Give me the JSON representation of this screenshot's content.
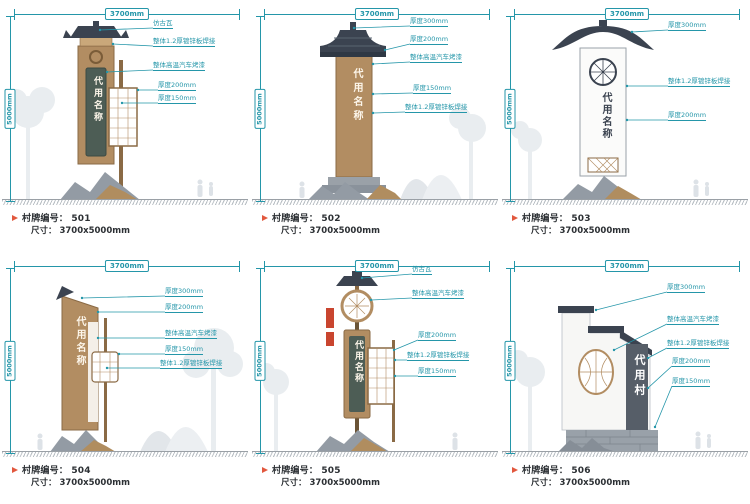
{
  "colors": {
    "accent": "#2496a9",
    "tan": "#b28d62",
    "dark": "#3b4350",
    "red": "#c9452f"
  },
  "panels": [
    {
      "code_label": "村牌编号： 501",
      "size_label": "尺寸： 3700x5000mm",
      "width_dim": "3700mm",
      "height_dim": "5000mm",
      "sign_text": "代用名称",
      "callouts": [
        "仿古瓦",
        "整体1.2厚镀锌板焊接",
        "整体高温汽车烤漆",
        "厚度200mm",
        "厚度150mm"
      ]
    },
    {
      "code_label": "村牌编号： 502",
      "size_label": "尺寸： 3700x5000mm",
      "width_dim": "3700mm",
      "height_dim": "5000mm",
      "sign_text": "代用名称",
      "callouts": [
        "厚度300mm",
        "厚度200mm",
        "整体高温汽车烤漆",
        "厚度150mm",
        "整体1.2厚镀锌板焊接"
      ]
    },
    {
      "code_label": "村牌编号： 503",
      "size_label": "尺寸： 3700x5000mm",
      "width_dim": "3700mm",
      "height_dim": "5000mm",
      "sign_text": "代用名称",
      "callouts": [
        "厚度300mm",
        "整体1.2厚镀锌板焊接",
        "厚度200mm"
      ]
    },
    {
      "code_label": "村牌编号： 504",
      "size_label": "尺寸： 3700x5000mm",
      "width_dim": "3700mm",
      "height_dim": "5000mm",
      "sign_text": "代用名称",
      "callouts": [
        "厚度300mm",
        "厚度200mm",
        "整体高温汽车烤漆",
        "厚度150mm",
        "整体1.2厚镀锌板焊接"
      ]
    },
    {
      "code_label": "村牌编号： 505",
      "size_label": "尺寸： 3700x5000mm",
      "width_dim": "3700mm",
      "height_dim": "5000mm",
      "sign_text": "代用名称",
      "callouts": [
        "仿古瓦",
        "整体高温汽车烤漆",
        "厚度200mm",
        "整体1.2厚镀锌板焊接",
        "厚度150mm"
      ]
    },
    {
      "code_label": "村牌编号： 506",
      "size_label": "尺寸： 3700x5000mm",
      "width_dim": "3700mm",
      "height_dim": "5000mm",
      "sign_text": "代用村",
      "callouts": [
        "厚度300mm",
        "整体高温汽车烤漆",
        "整体1.2厚镀锌板焊接",
        "厚度200mm",
        "厚度150mm"
      ]
    }
  ]
}
